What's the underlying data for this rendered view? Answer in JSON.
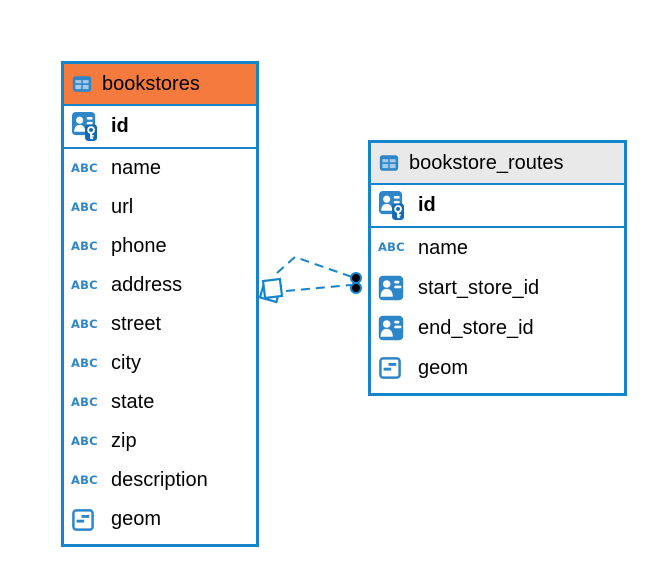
{
  "colors": {
    "accent": "#1584cb",
    "header_orange": "#f57a3d",
    "header_gray": "#e9e9e9",
    "canvas_bg": "#ffffff",
    "text": "#000000",
    "icon_blue": "#2e86c8",
    "icon_cell_light": "#a5cbec",
    "key_badge_blue": "#1569b0"
  },
  "diagram": {
    "abc_icon_label": "ABC",
    "tables": [
      {
        "name": "bookstores",
        "header_style": "orange",
        "columns": [
          {
            "name": "id",
            "type": "primary-key"
          },
          {
            "name": "name",
            "type": "text"
          },
          {
            "name": "url",
            "type": "text"
          },
          {
            "name": "phone",
            "type": "text"
          },
          {
            "name": "address",
            "type": "text"
          },
          {
            "name": "street",
            "type": "text"
          },
          {
            "name": "city",
            "type": "text"
          },
          {
            "name": "state",
            "type": "text"
          },
          {
            "name": "zip",
            "type": "text"
          },
          {
            "name": "description",
            "type": "text"
          },
          {
            "name": "geom",
            "type": "geometry"
          }
        ]
      },
      {
        "name": "bookstore_routes",
        "header_style": "gray",
        "columns": [
          {
            "name": "id",
            "type": "primary-key"
          },
          {
            "name": "name",
            "type": "text"
          },
          {
            "name": "start_store_id",
            "type": "reference"
          },
          {
            "name": "end_store_id",
            "type": "reference"
          },
          {
            "name": "geom",
            "type": "geometry"
          }
        ]
      }
    ],
    "relations": [
      {
        "from_table": "bookstore_routes",
        "from_column": "start_store_id",
        "to_table": "bookstores",
        "to_column": "id",
        "line_style": "dashed"
      },
      {
        "from_table": "bookstore_routes",
        "from_column": "end_store_id",
        "to_table": "bookstores",
        "to_column": "id",
        "line_style": "dashed"
      }
    ]
  }
}
